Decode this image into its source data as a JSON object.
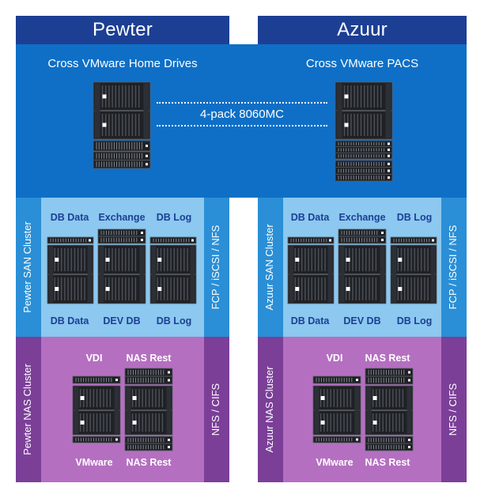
{
  "pewter": {
    "title": "Pewter",
    "vmware_title": "Cross VMware Home Drives",
    "san": {
      "cluster_label": "Pewter SAN Cluster",
      "protocol_label": "FCP / iSCSI / NFS",
      "top_labels": [
        "DB Data",
        "Exchange",
        "DB Log"
      ],
      "bottom_labels": [
        "DB Data",
        "DEV DB",
        "DB Log"
      ]
    },
    "nas": {
      "cluster_label": "Pewter NAS Cluster",
      "protocol_label": "NFS / CIFS",
      "top_labels": [
        "VDI",
        "NAS Rest"
      ],
      "bottom_labels": [
        "VMware",
        "NAS Rest"
      ]
    }
  },
  "azuur": {
    "title": "Azuur",
    "vmware_title": "Cross VMware PACS",
    "san": {
      "cluster_label": "Azuur SAN Cluster",
      "protocol_label": "FCP / iSCSI / NFS",
      "top_labels": [
        "DB Data",
        "Exchange",
        "DB Log"
      ],
      "bottom_labels": [
        "DB Data",
        "DEV DB",
        "DB Log"
      ]
    },
    "nas": {
      "cluster_label": "Azuur NAS Cluster",
      "protocol_label": "NFS / CIFS",
      "top_labels": [
        "VDI",
        "NAS Rest"
      ],
      "bottom_labels": [
        "VMware",
        "NAS Rest"
      ]
    }
  },
  "link": {
    "label": "4-pack 8060MC"
  },
  "colors": {
    "header": "#1c3f94",
    "vmware_panel": "#0f6fc6",
    "san_side": "#2a8fd6",
    "san_main": "#8cc8ef",
    "nas_side": "#7b3f98",
    "nas_main": "#b56fc1",
    "hardware": "#1f2125"
  }
}
